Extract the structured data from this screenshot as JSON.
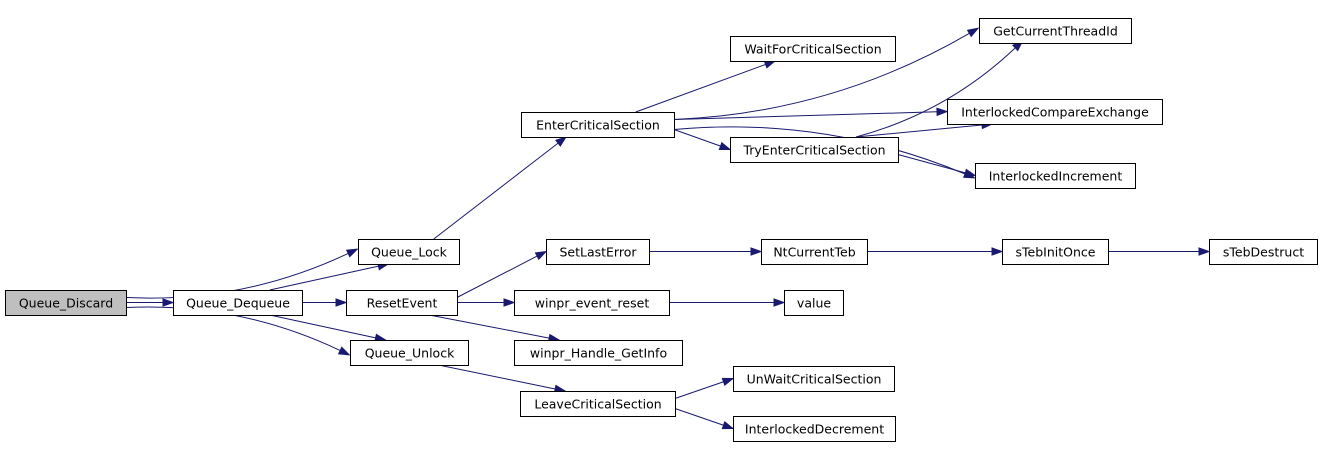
{
  "diagram": {
    "colors": {
      "edge": "#191970",
      "root_fill": "#bfbfbf",
      "node_fill": "#ffffff",
      "border": "#000000"
    },
    "nodes": [
      {
        "id": "queue_discard",
        "label": "Queue_Discard",
        "root": true
      },
      {
        "id": "queue_dequeue",
        "label": "Queue_Dequeue"
      },
      {
        "id": "queue_lock",
        "label": "Queue_Lock"
      },
      {
        "id": "reset_event",
        "label": "ResetEvent"
      },
      {
        "id": "queue_unlock",
        "label": "Queue_Unlock"
      },
      {
        "id": "enter_critical_section",
        "label": "EnterCriticalSection"
      },
      {
        "id": "set_last_error",
        "label": "SetLastError"
      },
      {
        "id": "winpr_event_reset",
        "label": "winpr_event_reset"
      },
      {
        "id": "winpr_handle_getinfo",
        "label": "winpr_Handle_GetInfo"
      },
      {
        "id": "leave_critical_section",
        "label": "LeaveCriticalSection"
      },
      {
        "id": "wait_for_critical_section",
        "label": "WaitForCriticalSection"
      },
      {
        "id": "try_enter_critical_section",
        "label": "TryEnterCriticalSection"
      },
      {
        "id": "nt_current_teb",
        "label": "NtCurrentTeb"
      },
      {
        "id": "value",
        "label": "value"
      },
      {
        "id": "un_wait_critical_section",
        "label": "UnWaitCriticalSection"
      },
      {
        "id": "interlocked_decrement",
        "label": "InterlockedDecrement"
      },
      {
        "id": "get_current_thread_id",
        "label": "GetCurrentThreadId"
      },
      {
        "id": "interlocked_compare_exchange",
        "label": "InterlockedCompareExchange"
      },
      {
        "id": "interlocked_increment",
        "label": "InterlockedIncrement"
      },
      {
        "id": "steb_init_once",
        "label": "sTebInitOnce"
      },
      {
        "id": "steb_destruct",
        "label": "sTebDestruct"
      }
    ],
    "edges": [
      {
        "from": "queue_discard",
        "to": "queue_lock"
      },
      {
        "from": "queue_discard",
        "to": "queue_dequeue"
      },
      {
        "from": "queue_discard",
        "to": "queue_unlock"
      },
      {
        "from": "queue_dequeue",
        "to": "queue_lock"
      },
      {
        "from": "queue_dequeue",
        "to": "reset_event"
      },
      {
        "from": "queue_dequeue",
        "to": "queue_unlock"
      },
      {
        "from": "queue_lock",
        "to": "enter_critical_section"
      },
      {
        "from": "reset_event",
        "to": "set_last_error"
      },
      {
        "from": "reset_event",
        "to": "winpr_event_reset"
      },
      {
        "from": "reset_event",
        "to": "winpr_handle_getinfo"
      },
      {
        "from": "queue_unlock",
        "to": "leave_critical_section"
      },
      {
        "from": "enter_critical_section",
        "to": "get_current_thread_id"
      },
      {
        "from": "enter_critical_section",
        "to": "wait_for_critical_section"
      },
      {
        "from": "enter_critical_section",
        "to": "interlocked_compare_exchange"
      },
      {
        "from": "enter_critical_section",
        "to": "try_enter_critical_section"
      },
      {
        "from": "enter_critical_section",
        "to": "interlocked_increment"
      },
      {
        "from": "try_enter_critical_section",
        "to": "get_current_thread_id"
      },
      {
        "from": "try_enter_critical_section",
        "to": "interlocked_compare_exchange"
      },
      {
        "from": "try_enter_critical_section",
        "to": "interlocked_increment"
      },
      {
        "from": "set_last_error",
        "to": "nt_current_teb"
      },
      {
        "from": "nt_current_teb",
        "to": "steb_init_once"
      },
      {
        "from": "steb_init_once",
        "to": "steb_destruct"
      },
      {
        "from": "winpr_event_reset",
        "to": "value"
      },
      {
        "from": "leave_critical_section",
        "to": "un_wait_critical_section"
      },
      {
        "from": "leave_critical_section",
        "to": "interlocked_decrement"
      }
    ]
  }
}
